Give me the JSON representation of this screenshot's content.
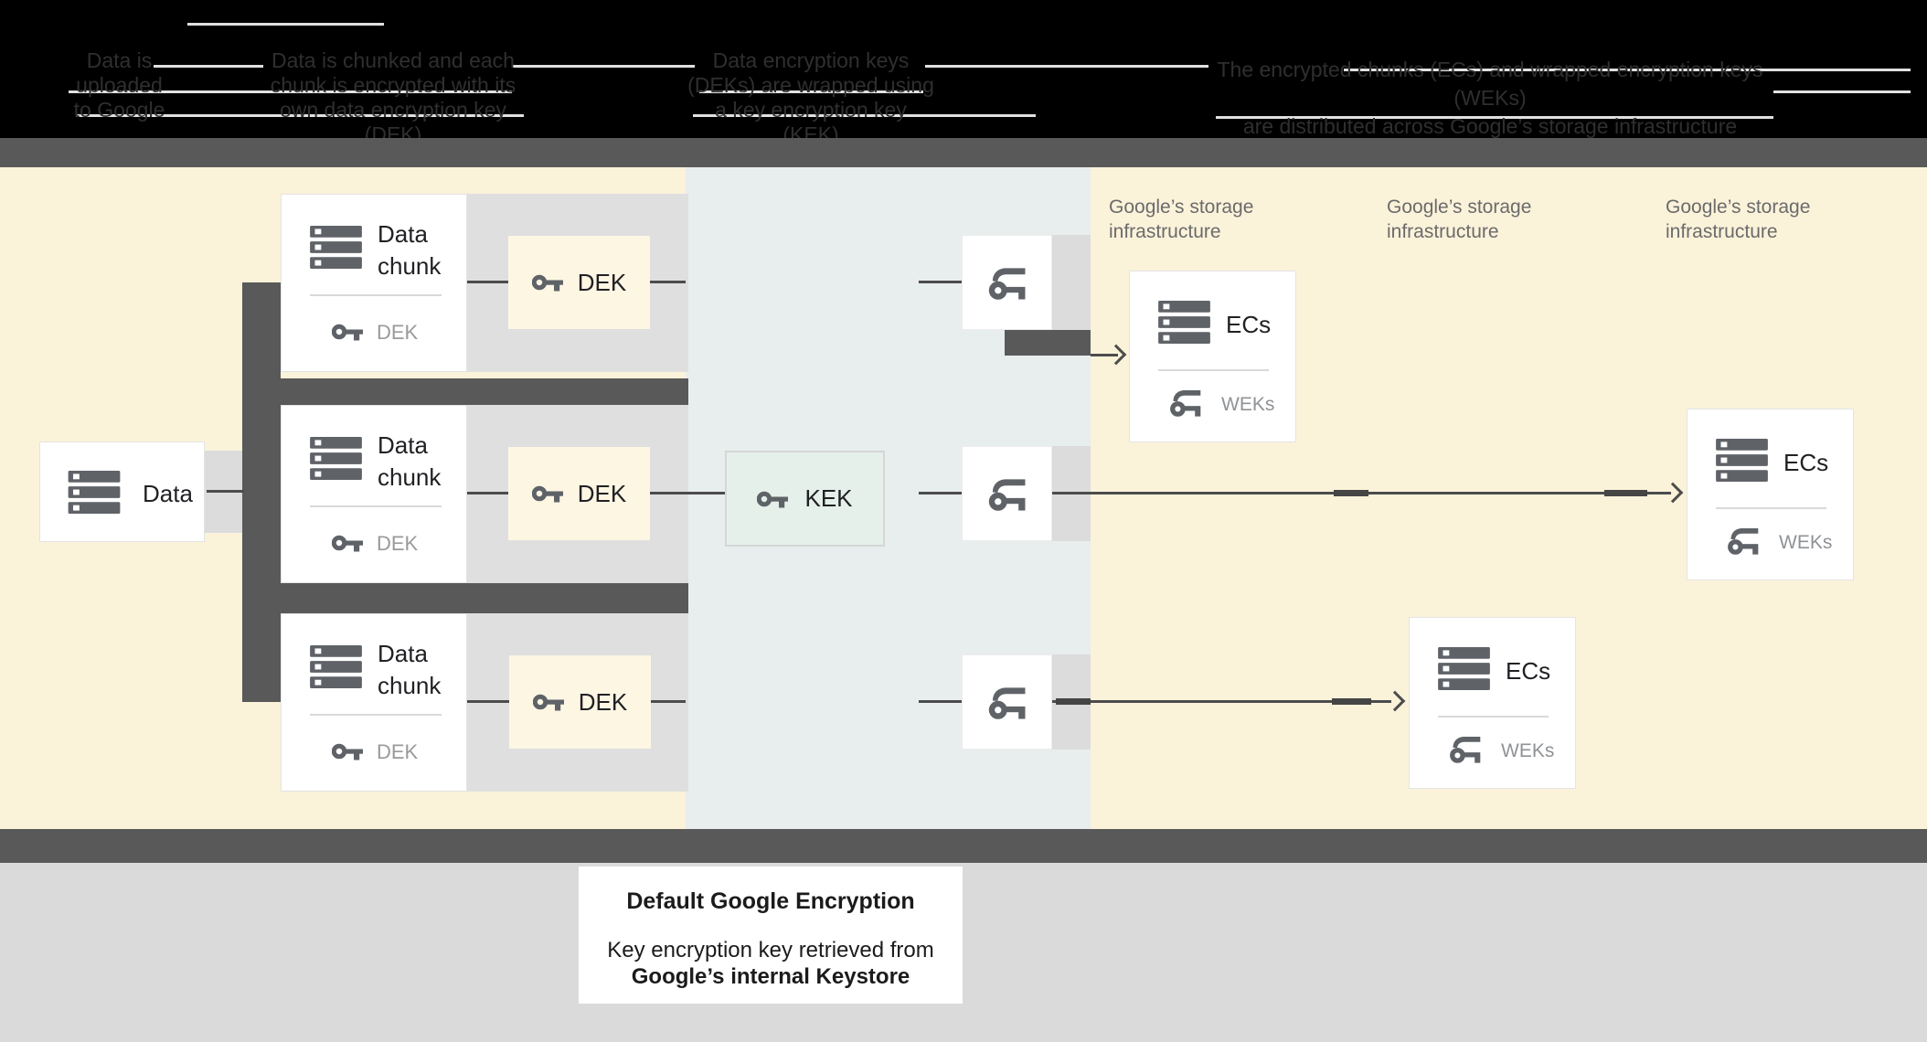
{
  "header": {
    "steps": [
      {
        "lines": [
          "Data is",
          "uploaded",
          "to Google"
        ]
      },
      {
        "lines": [
          "Data is chunked and each",
          "chunk is encrypted with its",
          "own data encryption key (DEK)"
        ]
      },
      {
        "lines": [
          "Data encryption keys",
          "(DEKs) are wrapped using",
          "a key encryption key (KEK)"
        ]
      },
      {
        "lines": [
          "The encrypted chunks (ECs) and wrapped encryption keys (WEKs)",
          "are distributed across Google’s storage infrastructure"
        ]
      }
    ]
  },
  "diagram": {
    "data_box": {
      "label": "Data"
    },
    "chunks": [
      {
        "title": [
          "Data",
          "chunk"
        ],
        "key_label": "DEK"
      },
      {
        "title": [
          "Data",
          "chunk"
        ],
        "key_label": "DEK"
      },
      {
        "title": [
          "Data",
          "chunk"
        ],
        "key_label": "DEK"
      }
    ],
    "dek_boxes": [
      {
        "label": "DEK"
      },
      {
        "label": "DEK"
      },
      {
        "label": "DEK"
      }
    ],
    "kek_box": {
      "label": "KEK"
    },
    "storage_labels": [
      {
        "lines": [
          "Google’s storage",
          "infrastructure"
        ]
      },
      {
        "lines": [
          "Google’s storage",
          "infrastructure"
        ]
      },
      {
        "lines": [
          "Google’s storage",
          "infrastructure"
        ]
      }
    ],
    "ec_boxes": [
      {
        "title": "ECs",
        "key_label": "WEKs"
      },
      {
        "title": "ECs",
        "key_label": "WEKs"
      },
      {
        "title": "ECs",
        "key_label": "WEKs"
      }
    ]
  },
  "footer": {
    "title": "Default Google Encryption",
    "line1": "Key encryption key retrieved from",
    "line2": "Google’s internal Keystore"
  },
  "colors": {
    "cream_background": "#fbf2da",
    "band_background": "#e8edee",
    "dark_bar": "#595959",
    "row_gray": "#dfdfdf",
    "attach_gray": "#dcdcdc",
    "kek_fill": "#e4f0e9",
    "dek_fill": "#fdf6e3",
    "icon": "#5f6368",
    "connector_line": "#4c4c4c",
    "muted_text": "#9a9a9a",
    "storage_text": "#6b6b6b"
  }
}
